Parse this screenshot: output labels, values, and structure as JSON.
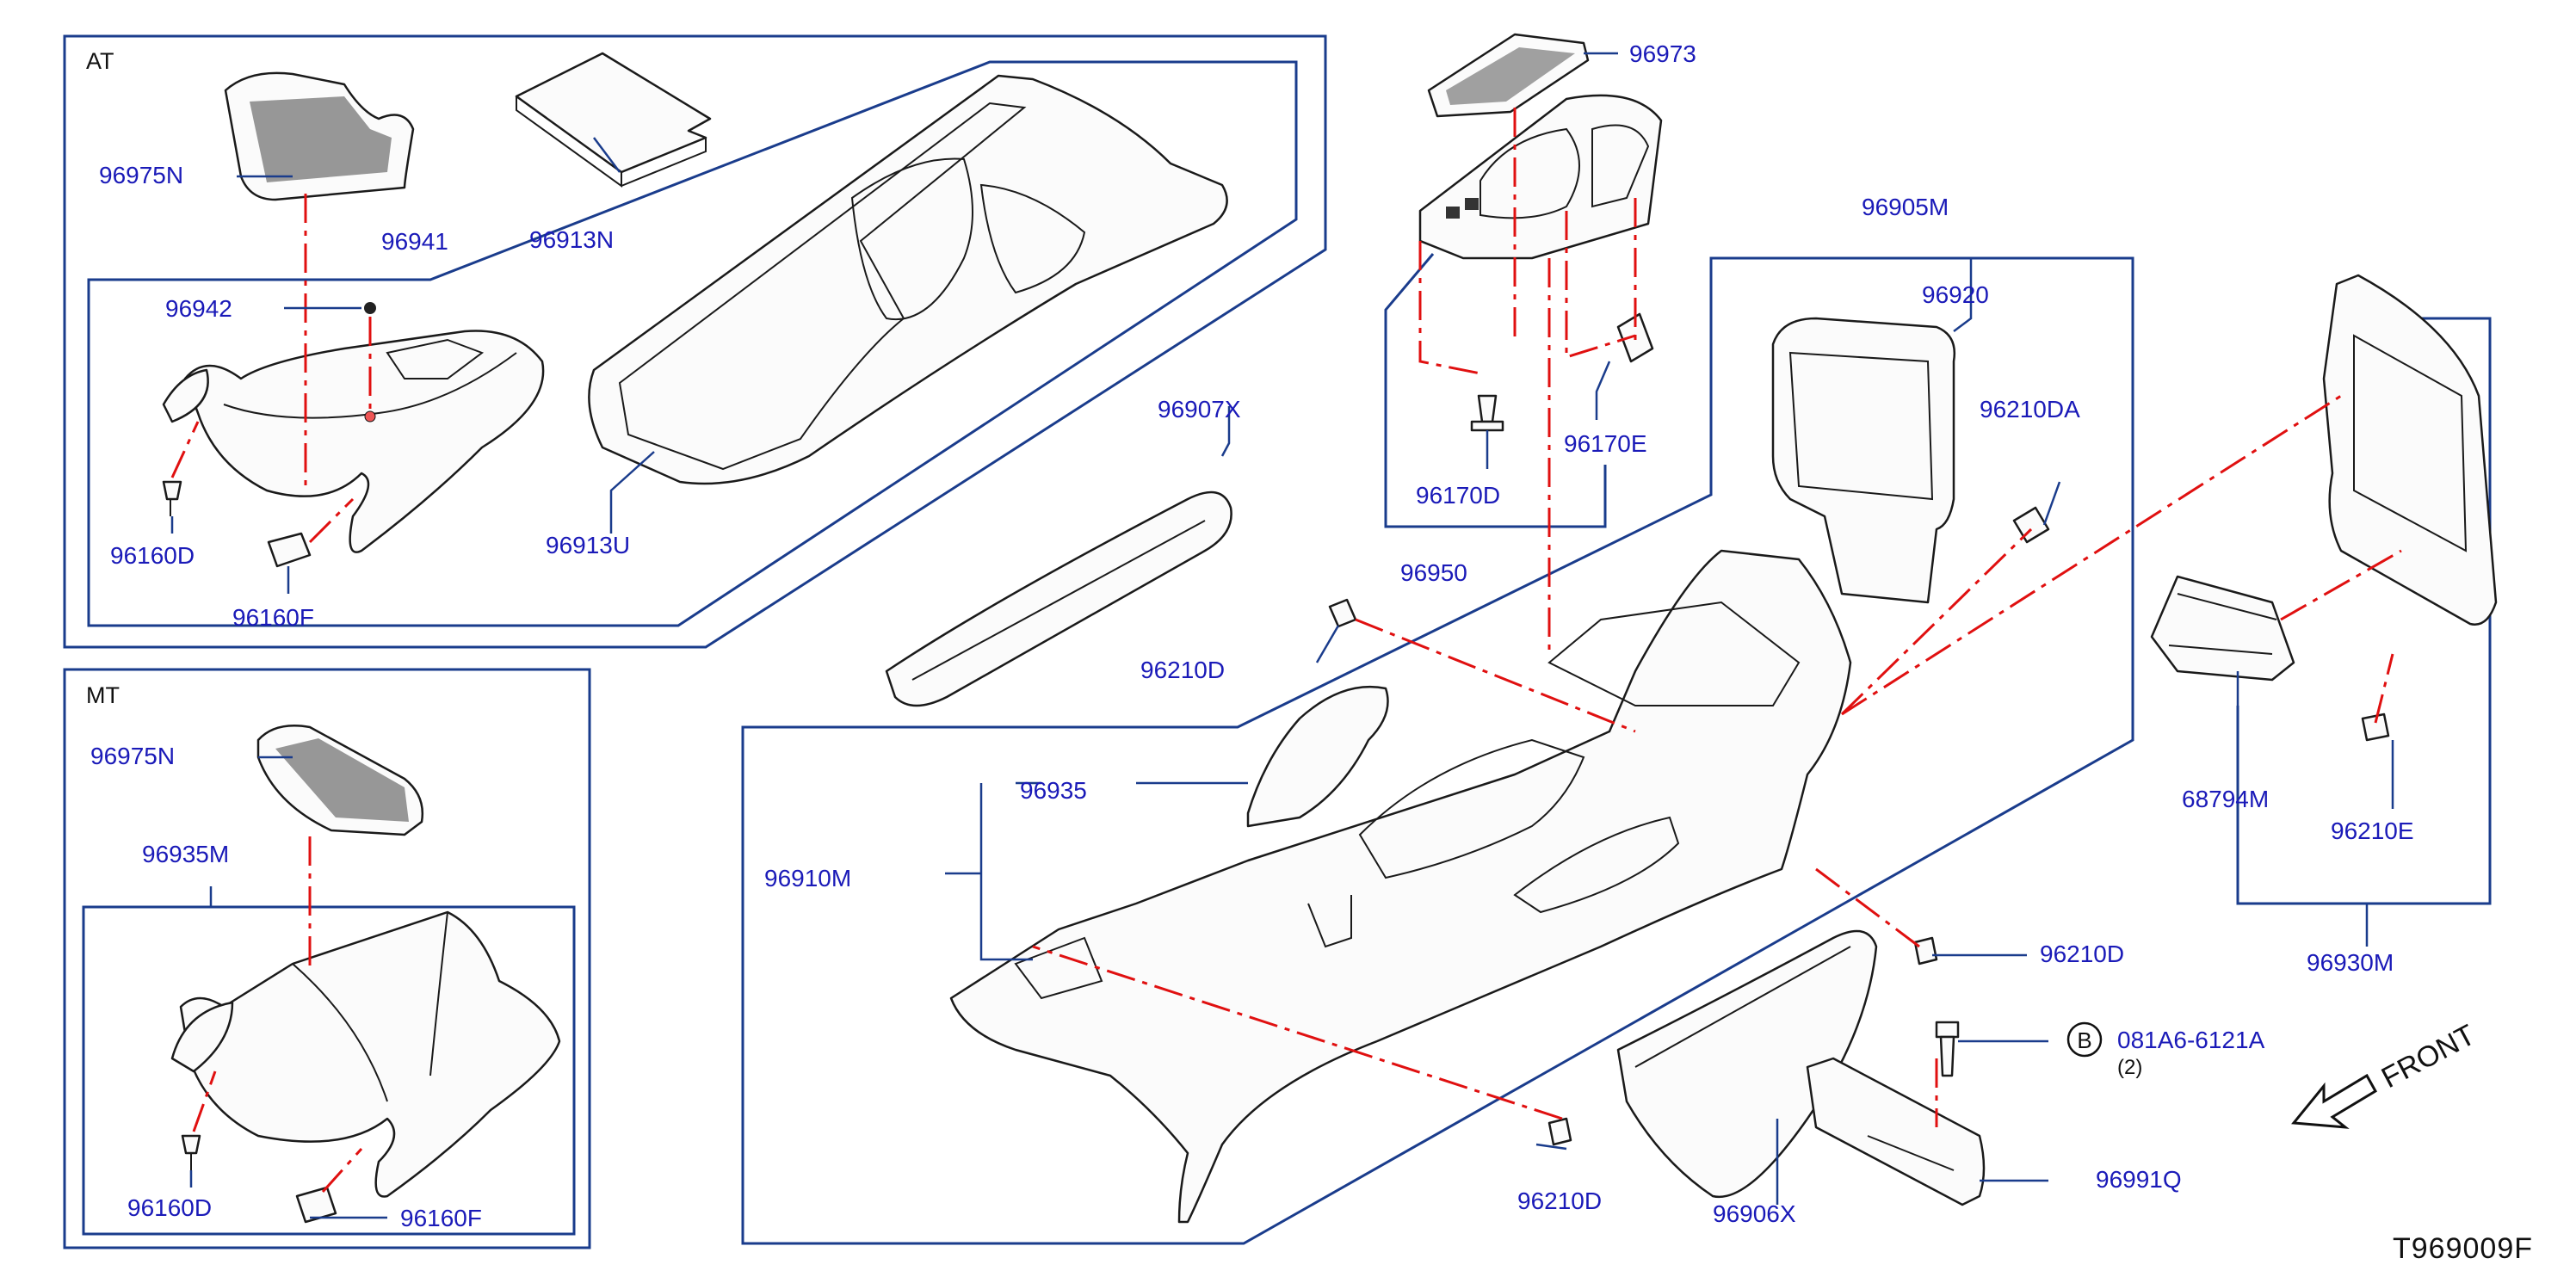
{
  "sections": {
    "at": "AT",
    "mt": "MT"
  },
  "labels": {
    "p96975N_at": "96975N",
    "p96913N": "96913N",
    "p96941": "96941",
    "p96942": "96942",
    "p96160D_at": "96160D",
    "p96160F_at": "96160F",
    "p96913U": "96913U",
    "p96975N_mt": "96975N",
    "p96935M": "96935M",
    "p96160D_mt": "96160D",
    "p96160F_mt": "96160F",
    "p96973": "96973",
    "p96170D": "96170D",
    "p96170E": "96170E",
    "p96950": "96950",
    "p96907X": "96907X",
    "p96210D_a": "96210D",
    "p96935": "96935",
    "p96910M": "96910M",
    "p96905M": "96905M",
    "p96920": "96920",
    "p96210DA": "96210DA",
    "p96210D_b": "96210D",
    "p96210D_c": "96210D",
    "p96906X": "96906X",
    "p081A6": "081A6-6121A",
    "p081A6_qty": "(2)",
    "p96991Q": "96991Q",
    "p68794M": "68794M",
    "p96210E": "96210E",
    "p96930M": "96930M"
  },
  "bolt_marker": "B",
  "front_label": "FRONT",
  "drawing_code": "T969009F",
  "colors": {
    "label": "#1a1ab8",
    "leader": "#1a3c8c",
    "hidden_line": "#e01010",
    "outline": "#1a1a1a"
  }
}
